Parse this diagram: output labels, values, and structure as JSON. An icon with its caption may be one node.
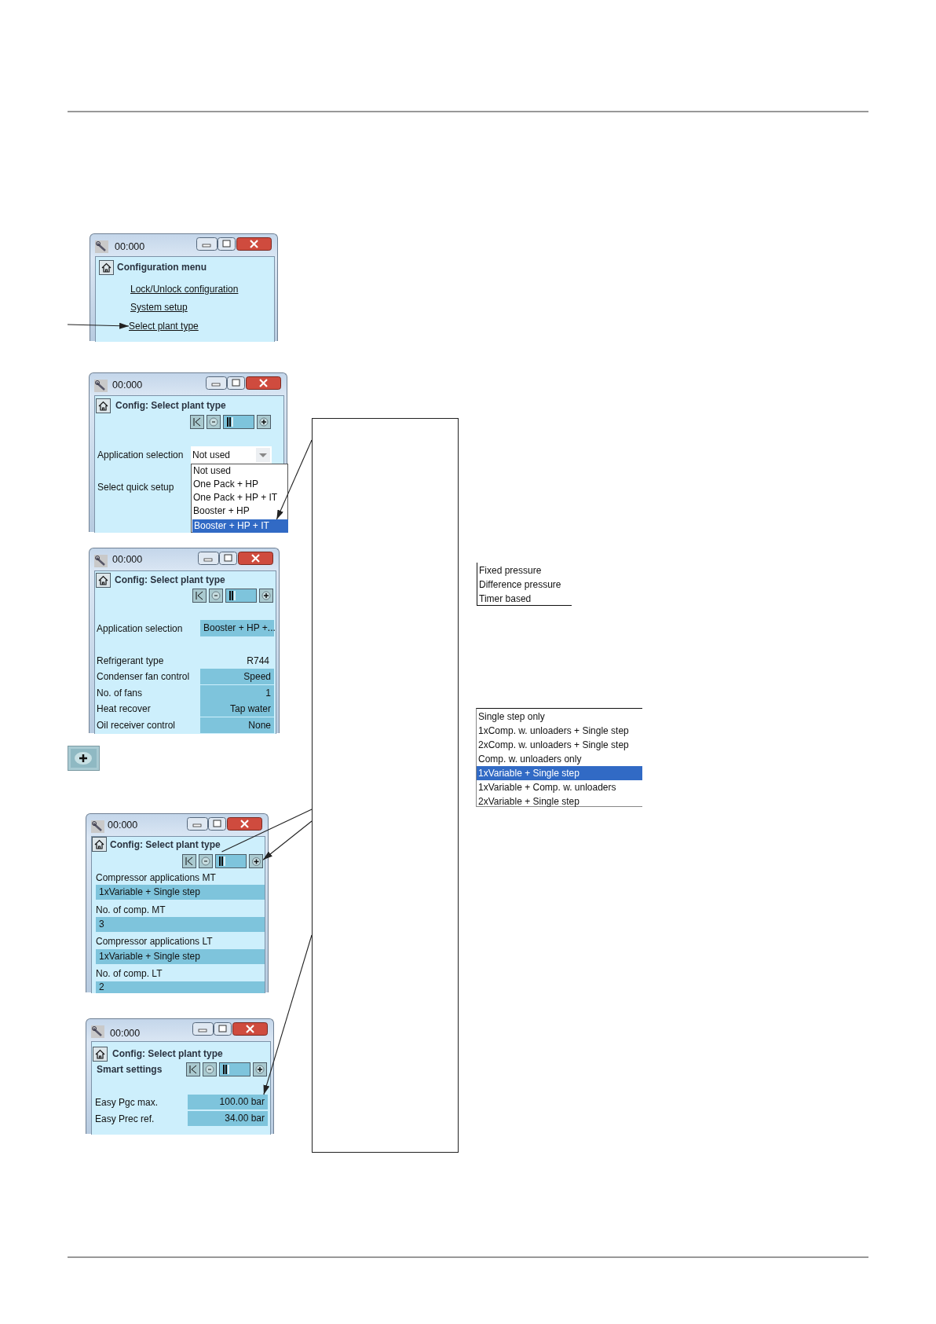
{
  "diagram": {
    "nodes": [
      {
        "text": [
          "00:000",
          "Configuration menu",
          "Lock/Unlock configuration",
          "System setup"
        ]
      },
      {
        "text": [
          "Select plant type"
        ],
        "in": 0
      },
      {
        "text": [
          "00:000",
          "Config: Select plant type",
          "Application selection",
          "Select quick setup"
        ]
      },
      {
        "text": [
          "Not used"
        ],
        "in": 2
      },
      {
        "text": [
          "Not used",
          "One Pack + HP",
          "One Pack + HP + IT",
          "Booster + HP"
        ],
        "in": 2
      },
      {
        "text": [
          "Booster + HP + IT"
        ],
        "in": 4
      },
      {
        "text": [
          "00:000",
          "Config: Select plant type",
          "Application selection",
          "Refrigerant type",
          "R744",
          "Condenser fan control",
          "No. of fans",
          "Heat recover",
          "Oil receiver control"
        ]
      },
      {
        "text": [
          "Booster + HP +..."
        ],
        "in": 6
      },
      {
        "text": [
          "Speed"
        ],
        "in": 6
      },
      {
        "text": [
          "1"
        ],
        "in": 6
      },
      {
        "text": [
          "Tap water"
        ],
        "in": 6
      },
      {
        "text": [
          "None"
        ],
        "in": 6
      },
      {
        "text": [
          "00:000",
          "Compressor applications MT",
          "No. of comp. MT",
          "Compressor applications LT",
          "No. of comp. LT"
        ]
      },
      {
        "text": [
          "Config: Select plant type"
        ],
        "in": 12
      },
      {
        "text": [],
        "shape": "box",
        "in": 12
      },
      {
        "text": [
          "1xVariable + Single step"
        ],
        "in": 12
      },
      {
        "text": [
          "3"
        ],
        "in": 12
      },
      {
        "text": [
          "1xVariable + Single step"
        ],
        "in": 12
      },
      {
        "text": [
          "2"
        ],
        "in": 12
      },
      {
        "text": [
          "00:000",
          "Config: Select plant type",
          "Smart settings",
          "Easy Pgc max.",
          "Easy Prec ref."
        ]
      },
      {
        "text": [
          "100.00 bar"
        ],
        "in": 19
      },
      {
        "text": [
          "34.00 bar"
        ],
        "in": 19
      },
      {
        "text": [],
        "shape": "box"
      },
      {
        "text": [
          "Fixed pressure",
          "Difference pressure",
          "Timer based"
        ]
      },
      {
        "text": [
          "Single step only",
          "1xComp. w. unloaders + Single step",
          "2xComp. w. unloaders + Single step",
          "Comp. w. unloaders only",
          "1xVariable + Single step",
          "1xVariable + Comp. w. unloaders",
          "2xVariable + Single step"
        ]
      }
    ],
    "edges": [
      {
        "from": null,
        "to": 1,
        "arrow": "to"
      },
      {
        "from": 22,
        "to": 5,
        "arrow": "to"
      },
      {
        "from": 22,
        "to": 13,
        "arrow": "none"
      },
      {
        "from": 22,
        "to": 14,
        "arrow": "to"
      },
      {
        "from": 22,
        "to": 20,
        "arrow": "to"
      }
    ]
  }
}
